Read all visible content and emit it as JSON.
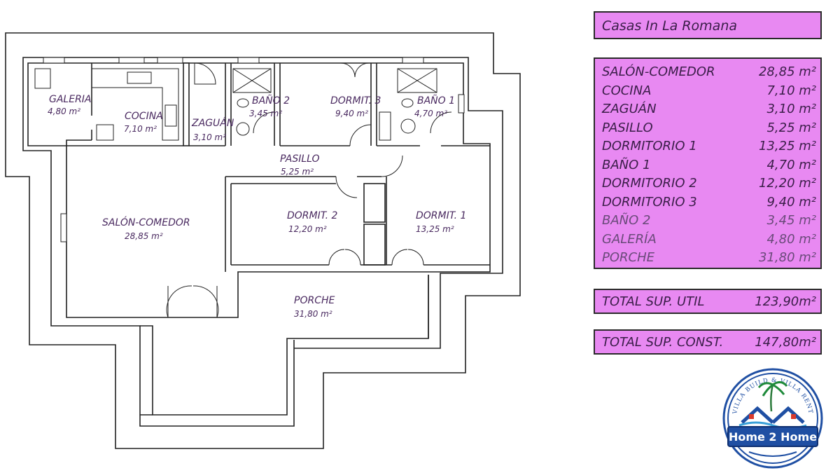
{
  "title": "Casas In La Romana",
  "rooms_table": [
    {
      "name": "SALÓN-COMEDOR",
      "area": "28,85 m²"
    },
    {
      "name": "COCINA",
      "area": "7,10 m²"
    },
    {
      "name": "ZAGUÁN",
      "area": "3,10 m²"
    },
    {
      "name": "PASILLO",
      "area": "5,25 m²"
    },
    {
      "name": "DORMITORIO 1",
      "area": "13,25 m²"
    },
    {
      "name": "BAÑO 1",
      "area": "4,70 m²"
    },
    {
      "name": "DORMITORIO 2",
      "area": "12,20 m²"
    },
    {
      "name": "DORMITORIO 3",
      "area": "9,40 m²"
    },
    {
      "name": "BAÑO 2",
      "area": "3,45 m²"
    },
    {
      "name": "GALERÍA",
      "area": "4,80 m²"
    },
    {
      "name": "PORCHE",
      "area": "31,80 m²"
    }
  ],
  "totals": {
    "util": {
      "label": "TOTAL SUP. UTIL",
      "value": "123,90m²"
    },
    "const": {
      "label": "TOTAL SUP. CONST.",
      "value": "147,80m²"
    }
  },
  "plan_labels": {
    "galeria": {
      "name": "GALERIA",
      "area": "4,80 m²"
    },
    "cocina": {
      "name": "COCINA",
      "area": "7,10 m²"
    },
    "zaguan": {
      "name": "ZAGUÁN",
      "area": "3,10 m²"
    },
    "bano2": {
      "name": "BAÑO 2",
      "area": "3,45 m²"
    },
    "dormit3": {
      "name": "DORMIT. 3",
      "area": "9,40 m²"
    },
    "bano1": {
      "name": "BAÑO 1",
      "area": "4,70 m²"
    },
    "pasillo": {
      "name": "PASILLO",
      "area": "5,25 m²"
    },
    "salon": {
      "name": "SALÓN-COMEDOR",
      "area": "28,85 m²"
    },
    "dormit2": {
      "name": "DORMIT. 2",
      "area": "12,20 m²"
    },
    "dormit1": {
      "name": "DORMIT. 1",
      "area": "13,25 m²"
    },
    "porche": {
      "name": "PORCHE",
      "area": "31,80 m²"
    }
  },
  "logo": {
    "text": "Home 2 Home",
    "ring_text": "VILLA BUILD & VILLA RENT"
  },
  "colors": {
    "panel_fill": "#e889f2",
    "panel_text": "#3a1d48",
    "plan_line": "#222222",
    "plan_text": "#4a2a60",
    "logo_blue": "#1f4fa3"
  }
}
